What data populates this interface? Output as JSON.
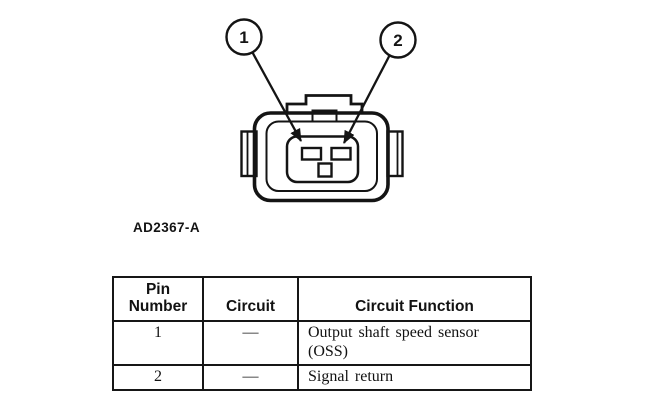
{
  "page": {
    "background": "#ffffff",
    "ink": "#161616"
  },
  "diagram": {
    "description": "2-pin connector face view",
    "callouts": [
      {
        "number": "1"
      },
      {
        "number": "2"
      }
    ],
    "figure_label": "AD2367-A"
  },
  "table": {
    "headers": {
      "pin": "Pin\nNumber",
      "circuit": "Circuit",
      "function": "Circuit Function"
    },
    "rows": [
      {
        "pin": "1",
        "circuit": "—",
        "function": "Output shaft speed sensor (OSS)"
      },
      {
        "pin": "2",
        "circuit": "—",
        "function": "Signal return"
      }
    ]
  }
}
